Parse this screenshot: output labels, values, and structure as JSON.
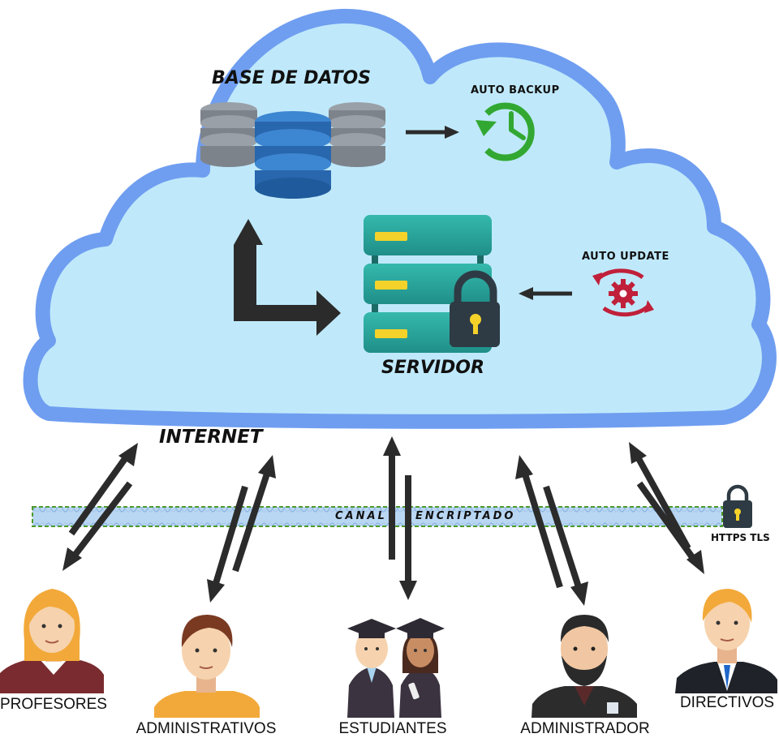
{
  "cloud": {
    "database_title": "BASE DE DATOS",
    "server_title": "SERVIDOR",
    "auto_backup": "AUTO BACKUP",
    "auto_update": "AUTO UPDATE"
  },
  "internet_label": "INTERNET",
  "channel": {
    "left_text": "CANAL",
    "right_text": "ENCRIPTADO",
    "https_label": "HTTPS TLS"
  },
  "users": [
    {
      "id": "profesores",
      "label": "PROFESORES"
    },
    {
      "id": "administrativos",
      "label": "ADMINISTRATIVOS"
    },
    {
      "id": "estudiantes",
      "label": "ESTUDIANTES"
    },
    {
      "id": "administrador",
      "label": "ADMINISTRADOR"
    },
    {
      "id": "directivos",
      "label": "DIRECTIVOS"
    }
  ],
  "colors": {
    "cloud_fill": "#bfe9fb",
    "cloud_border": "#6f9ef0",
    "server_teal": "#2aa79e",
    "db_blue": "#2f6fb6",
    "db_gray": "#8a8f97",
    "backup_green": "#32a832",
    "update_red": "#c0203a",
    "arrow_dark": "#2b2b2b"
  }
}
